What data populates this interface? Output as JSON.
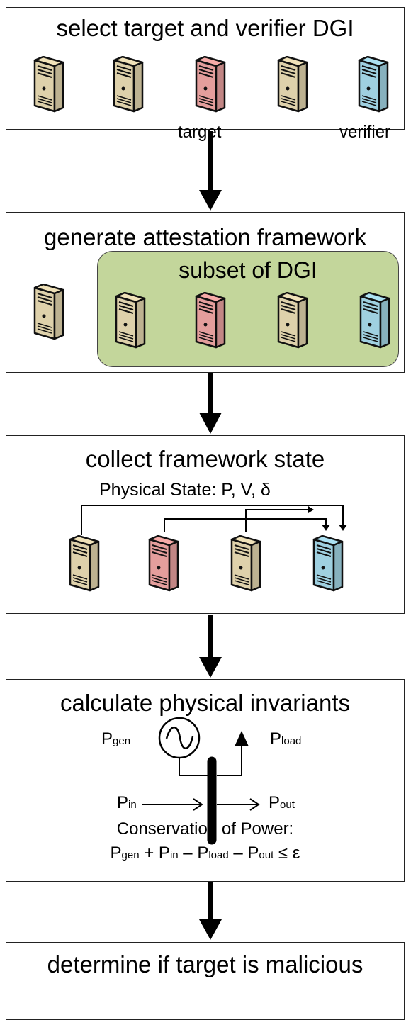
{
  "steps": [
    {
      "title": "select target and verifier DGI",
      "target_label": "target",
      "verifier_label": "verifier"
    },
    {
      "title": "generate attestation framework",
      "subset_label": "subset of DGI"
    },
    {
      "title": "collect framework state",
      "state_label": "Physical State: P, V, δ"
    },
    {
      "title": "calculate physical invariants",
      "p_gen": "P",
      "p_gen_sub": "gen",
      "p_load": "P",
      "p_load_sub": "load",
      "p_in": "P",
      "p_in_sub": "in",
      "p_out": "P",
      "p_out_sub": "out",
      "conservation_label": "Conservation of Power:",
      "eq": {
        "a": "P",
        "a_sub": "gen",
        "op1": " + ",
        "b": "P",
        "b_sub": "in",
        "op2": " – ",
        "c": "P",
        "c_sub": "load",
        "op3": " – ",
        "d": "P",
        "d_sub": "out",
        "tail": " ≤ ε"
      }
    },
    {
      "title": "determine if target is malicious"
    }
  ],
  "colors": {
    "normal": "#ded1ab",
    "target": "#e49e9c",
    "verifier": "#9fd0e0",
    "subset_bg": "#c3d69b"
  },
  "icons": [
    "server-icon",
    "target-server-icon",
    "verifier-server-icon",
    "ac-source-icon",
    "bus-bar-icon",
    "arrow-icon"
  ]
}
